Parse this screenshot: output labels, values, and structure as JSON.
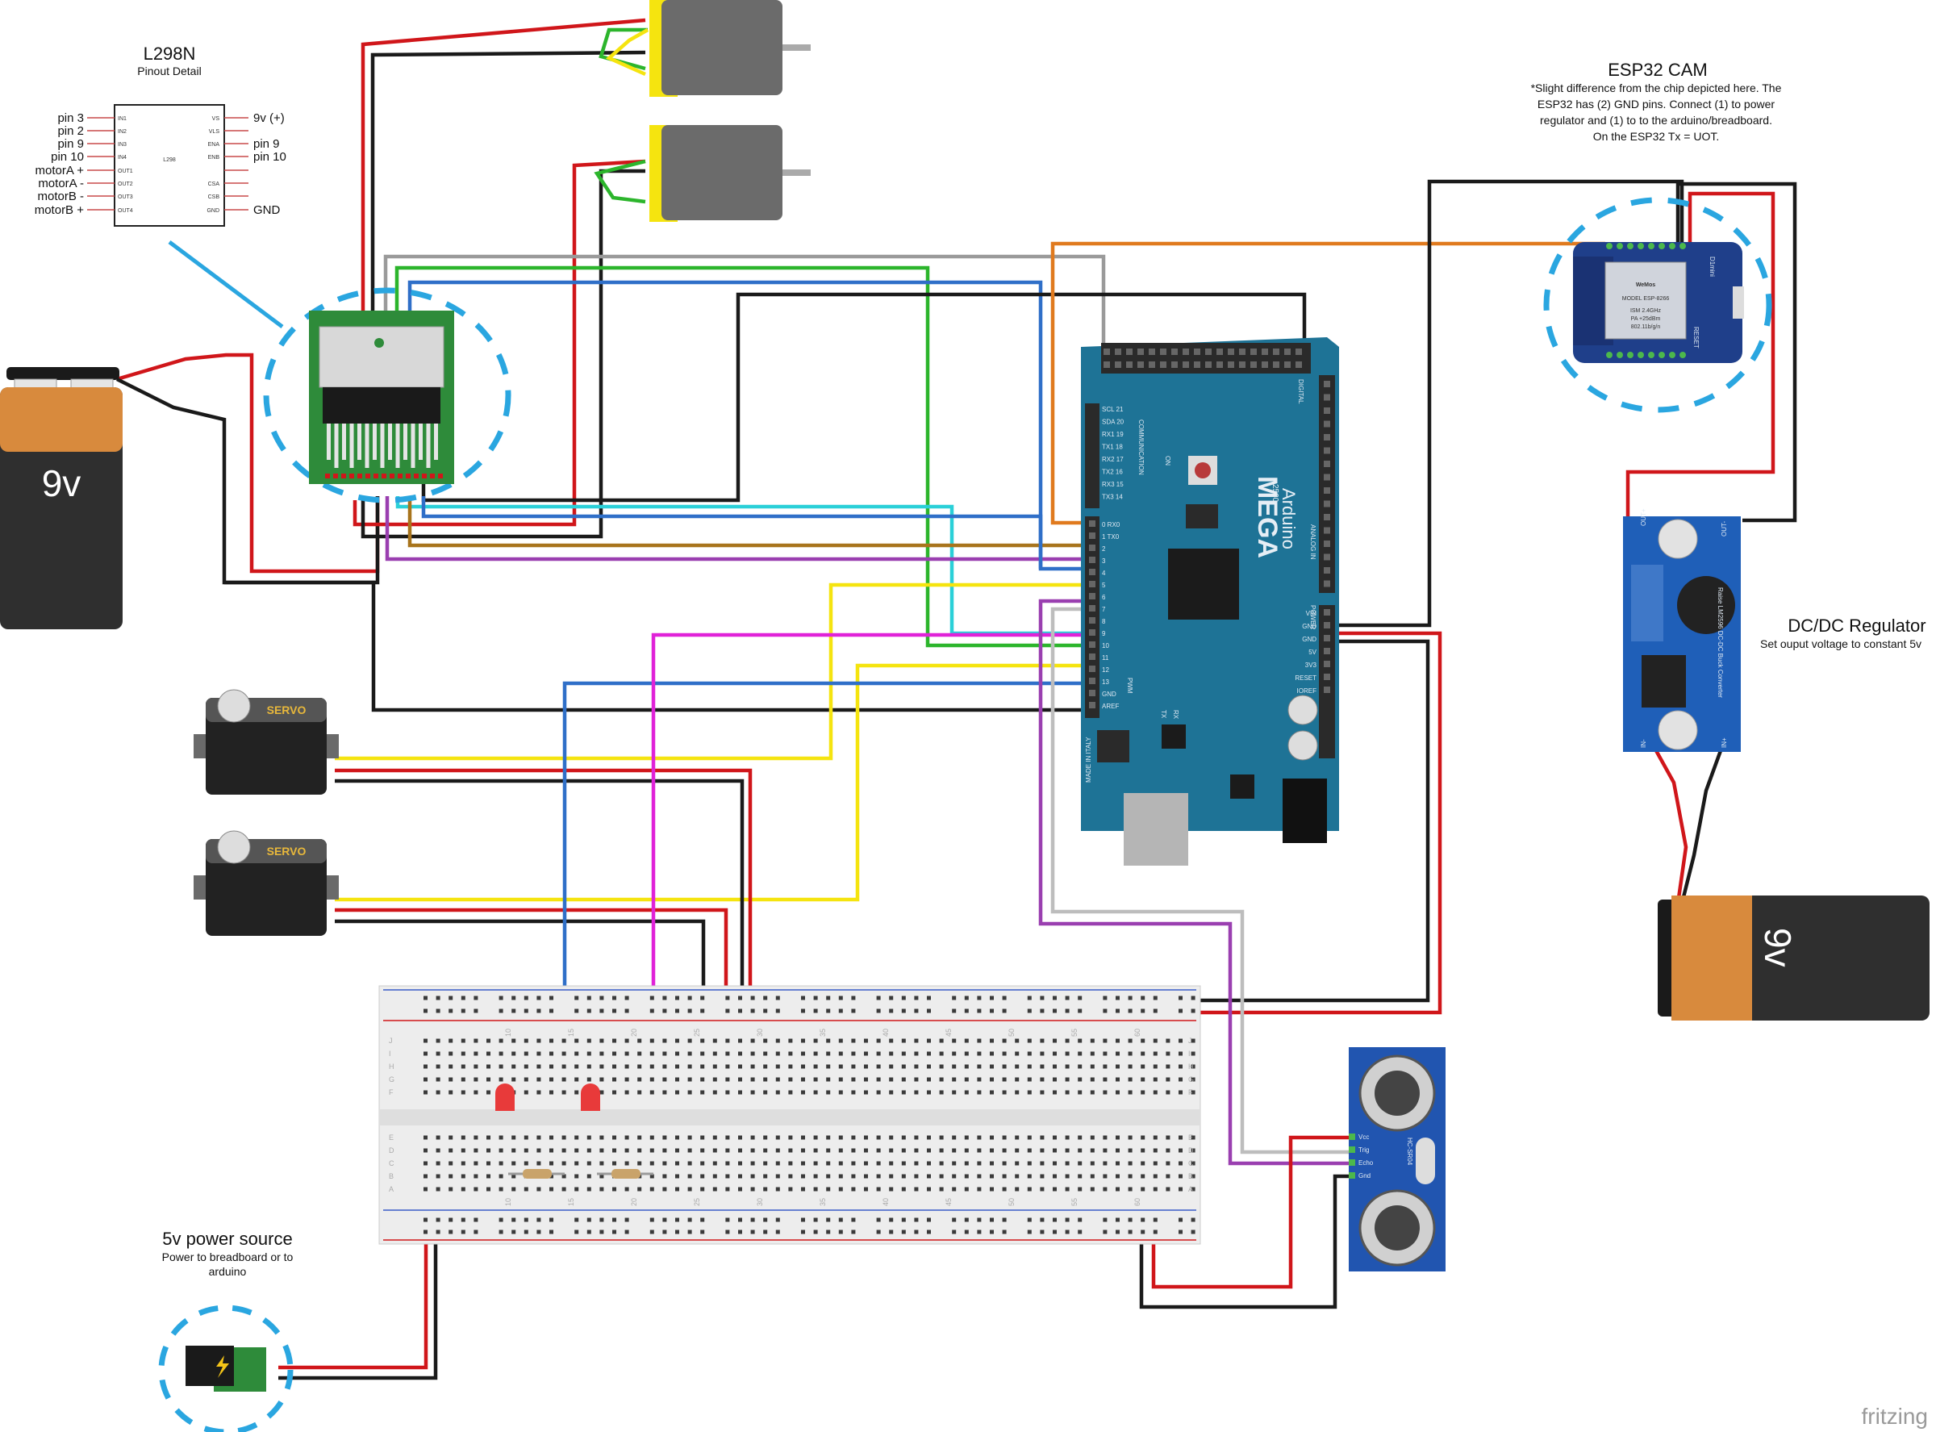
{
  "l298n": {
    "title": "L298N",
    "subtitle": "Pinout Detail",
    "chip_label": "L298",
    "left_pins": [
      "pin 3",
      "pin 2",
      "pin 9",
      "pin 10",
      "motorA +",
      "motorA -",
      "motorB -",
      "motorB +"
    ],
    "right_pins": [
      "9v (+)",
      "pin 9",
      "pin 10",
      "GND"
    ],
    "chip_left": [
      "IN1",
      "IN2",
      "IN3",
      "IN4",
      "OUT1",
      "OUT2",
      "OUT3",
      "OUT4"
    ],
    "chip_right": [
      "VS",
      "VLS",
      "ENA",
      "ENB",
      "",
      "CSA",
      "CSB",
      "GND"
    ]
  },
  "battery_left": {
    "label": "9v"
  },
  "battery_right": {
    "label": "9v"
  },
  "esp32": {
    "title": "ESP32 CAM",
    "note_lines": [
      "*Slight difference from the chip depicted here. The",
      "ESP32 has (2) GND pins. Connect (1) to power",
      "regulator and (1) to to the arduino/breadboard.",
      "On the ESP32 Tx = UOT."
    ],
    "brand": "WeMos",
    "board_name": "D1mini",
    "model_line": "MODEL ESP-8266",
    "spec_lines": [
      "ISM 2.4GHz",
      "PA +25dBm",
      "802.11b/g/n"
    ],
    "reset": "RESET"
  },
  "regulator": {
    "title": "DC/DC Regulator",
    "subtitle": "Set ouput voltage to constant 5v",
    "out_plus": "OUT+",
    "out_minus": "OUT-",
    "in_plus": "IN+",
    "in_minus": "IN-",
    "chip_text": "Raise LM2596 DC-DC Buck Converter"
  },
  "power_source": {
    "title": "5v power source",
    "sub_lines": [
      "Power to breadboard or to",
      "arduino"
    ]
  },
  "servo": {
    "label": "SERVO"
  },
  "mega": {
    "name": "MEGA",
    "model": "2560",
    "brand": "Arduino",
    "digital": "DIGITAL",
    "communication": "COMMUNICATION",
    "pwm": "PWM",
    "power": "POWER",
    "analog": "ANALOG IN",
    "made_in": "MADE IN ITALY",
    "on": "ON",
    "tx": "TX",
    "rx": "RX",
    "comm_pins": [
      "SCL 21",
      "SDA 20",
      "RX1 19",
      "TX1 18",
      "RX2 17",
      "TX2 16",
      "RX3 15",
      "TX3 14"
    ],
    "pwm_pins": [
      "0 RX0",
      "1 TX0",
      "2",
      "3",
      "4",
      "5",
      "6",
      "7",
      "8",
      "9",
      "10",
      "11",
      "12",
      "13",
      "GND",
      "AREF"
    ],
    "power_pins": [
      "VIN",
      "GND",
      "GND",
      "5V",
      "3V3",
      "RESET",
      "IOREF"
    ]
  },
  "sensor": {
    "name": "HC-SR04",
    "pins": [
      "Vcc",
      "Trig",
      "Echo",
      "Gnd"
    ]
  },
  "breadboard": {
    "col_numbers": [
      "10",
      "15",
      "20",
      "25",
      "30",
      "35",
      "40",
      "45",
      "50",
      "55",
      "60"
    ],
    "row_letters_top": [
      "J",
      "I",
      "H",
      "G",
      "F"
    ],
    "row_letters_bottom": [
      "E",
      "D",
      "C",
      "B",
      "A"
    ]
  },
  "watermark": "fritzing",
  "colors": {
    "wire_red": "#d0161a",
    "wire_black": "#1a1a1a",
    "wire_blue": "#2f6fc8",
    "wire_green": "#2cb52c",
    "wire_orange": "#e07a1e",
    "wire_yellow": "#f5e40f",
    "wire_magenta": "#e022d8",
    "wire_cyan": "#2ad0d8",
    "wire_purple": "#9a3fb0",
    "wire_brown": "#a8741c",
    "wire_gray": "#9a9a9a",
    "mega_board": "#1e7396",
    "dashed_circle": "#2aa6e0"
  }
}
